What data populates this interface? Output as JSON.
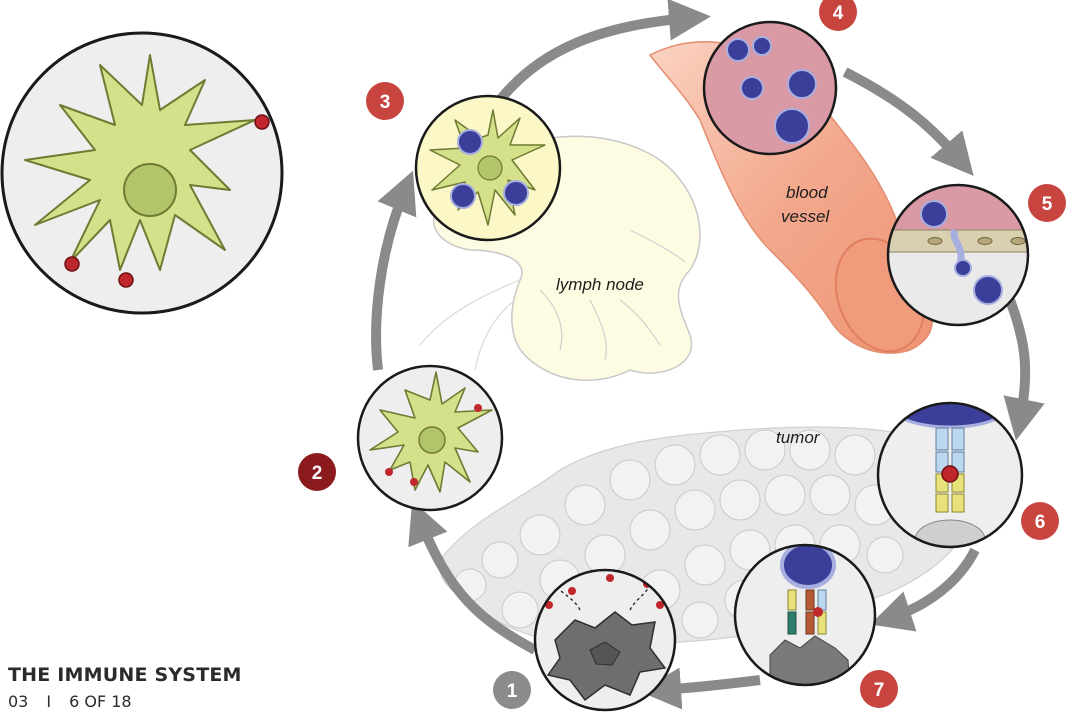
{
  "footer": {
    "title": "THE IMMUNE SYSTEM",
    "section": "03",
    "separator": "I",
    "page": "6 OF 18"
  },
  "labels": {
    "lymph_node": "lymph node",
    "blood_line1": "blood",
    "blood_line2": "vessel",
    "tumor": "tumor"
  },
  "steps": [
    "1",
    "2",
    "3",
    "4",
    "5",
    "6",
    "7"
  ],
  "colors": {
    "dendritic_cell": "#d4e08a",
    "t_cell": "#3c3f9a",
    "antigen": "#c0272d",
    "blood_vessel": "#f2a286",
    "lymph_node": "#fdfbe1",
    "arrow": "#8a8a8a",
    "badge_1": "#8c8c8c",
    "badge_2": "#8b1a1f",
    "badge_red": "#c8453f",
    "tumor_cells": "#e6e6e6"
  }
}
